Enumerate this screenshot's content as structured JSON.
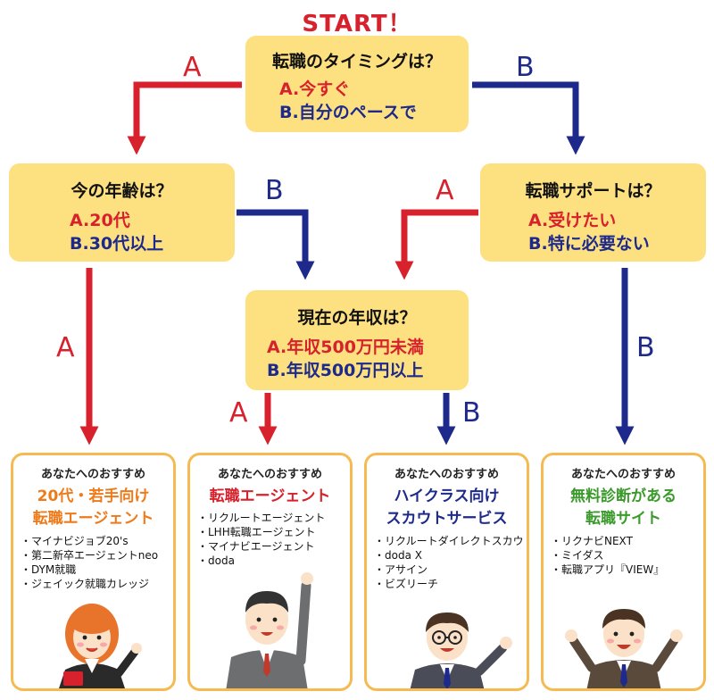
{
  "start": "START！",
  "q1": {
    "title": "転職のタイミングは？",
    "a": "A.今すぐ",
    "b": "B.自分のペースで"
  },
  "q2": {
    "title": "今の年齢は？",
    "a": "A.20代",
    "b": "B.30代以上"
  },
  "q3": {
    "title": "転職サポートは？",
    "a": "A.受けたい",
    "b": "B.特に必要ない"
  },
  "q4": {
    "title": "現在の年収は？",
    "a": "A.年収500万円未満",
    "b": "B.年収500万円以上"
  },
  "arrow_labels": {
    "a": "A",
    "b": "B"
  },
  "colors": {
    "a": "#d7212c",
    "b": "#1d2a8c",
    "box": "#fde080",
    "border": "#f5bb52",
    "orange": "#ef7a1a",
    "red": "#d7212c",
    "blue": "#1d2a8c",
    "green": "#3a9a2a"
  },
  "results": [
    {
      "header": "あなたへのおすすめ",
      "title_lines": [
        "20代・若手向け",
        "転職エージェント"
      ],
      "items": [
        "・マイナビジョブ20's",
        "・第二新卒エージェントneo",
        "・DYM就職",
        "・ジェイック就職カレッジ"
      ]
    },
    {
      "header": "あなたへのおすすめ",
      "title_lines": [
        "転職エージェント"
      ],
      "items": [
        "・リクルートエージェント",
        "・LHH転職エージェント",
        "・マイナビエージェント",
        "・doda"
      ]
    },
    {
      "header": "あなたへのおすすめ",
      "title_lines": [
        "ハイクラス向け",
        "スカウトサービス"
      ],
      "items": [
        "・リクルートダイレクトスカウト",
        "・doda X",
        "・アサイン",
        "・ビズリーチ"
      ]
    },
    {
      "header": "あなたへのおすすめ",
      "title_lines": [
        "無料診断がある",
        "転職サイト"
      ],
      "items": [
        "・リクナビNEXT",
        "・ミイダス",
        "・転職アプリ『VIEW』"
      ]
    }
  ]
}
